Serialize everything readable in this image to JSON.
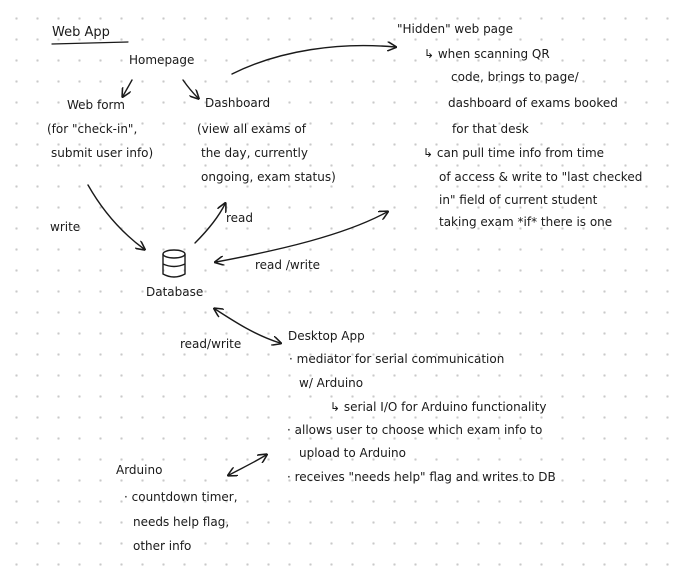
{
  "diagram": {
    "web_app_heading": "Web App",
    "homepage": "Homepage",
    "web_form": {
      "title": "Web form",
      "lines": [
        "(for \"check-in\",",
        "submit user info)"
      ]
    },
    "dashboard": {
      "title": "Dashboard",
      "lines": [
        "(view all exams of",
        "the day, currently",
        "ongoing, exam status)"
      ]
    },
    "hidden_page": {
      "title": "\"Hidden\" web page",
      "lines": [
        "↳ when scanning QR",
        "code, brings to page/",
        "dashboard of exams booked",
        "for that desk",
        "↳ can pull time info from time",
        "of access & write to \"last checked",
        "in\" field of current student",
        "taking exam *if* there is one"
      ]
    },
    "database": "Database",
    "edge_labels": {
      "write": "write",
      "read": "read",
      "read_write_hidden": "read /write",
      "read_write_desktop": "read/write"
    },
    "desktop_app": {
      "title": "Desktop App",
      "lines": [
        "· mediator for serial communication",
        "w/ Arduino",
        "↳ serial I/O for Arduino functionality",
        "· allows user to choose which exam info to",
        "upload to Arduino",
        "· receives \"needs help\" flag and writes to DB"
      ]
    },
    "arduino": {
      "title": "Arduino",
      "lines": [
        "· countdown timer,",
        "needs help flag,",
        "other info"
      ]
    }
  }
}
